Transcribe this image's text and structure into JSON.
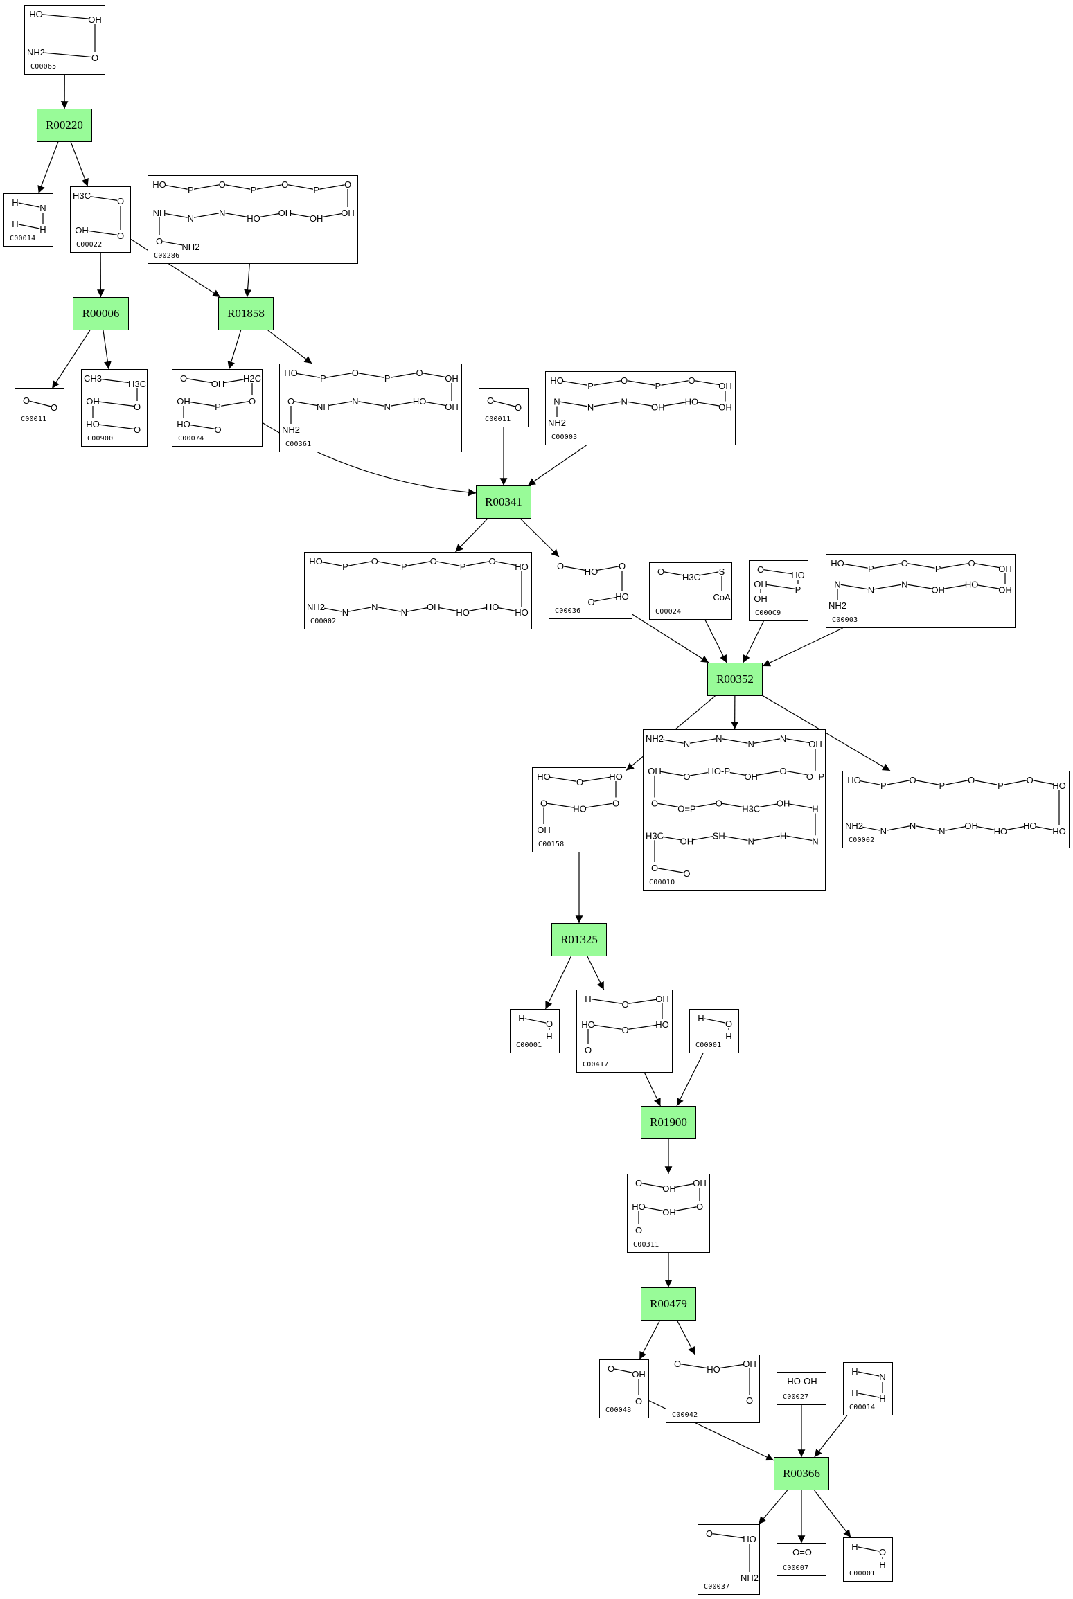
{
  "diagram": {
    "title": "",
    "colors": {
      "reaction_fill": "#98fb98",
      "stroke": "#000000",
      "background": "#ffffff"
    },
    "reactions": [
      {
        "id": "R00220"
      },
      {
        "id": "R00006"
      },
      {
        "id": "R01858"
      },
      {
        "id": "R00341"
      },
      {
        "id": "R00352"
      },
      {
        "id": "R01325"
      },
      {
        "id": "R01900"
      },
      {
        "id": "R00479"
      },
      {
        "id": "R00366"
      }
    ],
    "compounds": [
      {
        "key": "c00065",
        "id": "C00065",
        "labels": [
          "HO",
          "OH",
          "O",
          "NH2"
        ]
      },
      {
        "key": "c00014a",
        "id": "C00014",
        "labels": [
          "H",
          "N",
          "H",
          "H"
        ]
      },
      {
        "key": "c00022",
        "id": "C00022",
        "labels": [
          "H3C",
          "O",
          "O",
          "OH"
        ]
      },
      {
        "key": "c00286",
        "id": "C00286",
        "labels": [
          "HO",
          "P",
          "O",
          "P",
          "O",
          "P",
          "O",
          "OH",
          "OH",
          "OH",
          "HO",
          "N",
          "N",
          "NH",
          "O",
          "NH2"
        ]
      },
      {
        "key": "c00011a",
        "id": "C00011",
        "labels": [
          "O",
          "O"
        ]
      },
      {
        "key": "c00900",
        "id": "C00900",
        "labels": [
          "CH3",
          "H3C",
          "O",
          "OH",
          "HO",
          "O"
        ]
      },
      {
        "key": "c00074",
        "id": "C00074",
        "labels": [
          "O",
          "OH",
          "H2C",
          "O",
          "P",
          "OH",
          "HO",
          "O"
        ]
      },
      {
        "key": "c00361",
        "id": "C00361",
        "labels": [
          "HO",
          "P",
          "O",
          "P",
          "O",
          "OH",
          "OH",
          "HO",
          "N",
          "N",
          "NH",
          "O",
          "NH2"
        ]
      },
      {
        "key": "c00011b",
        "id": "C00011",
        "labels": [
          "O",
          "O"
        ]
      },
      {
        "key": "c00003a",
        "id": "C00003",
        "labels": [
          "HO",
          "P",
          "O",
          "P",
          "O",
          "OH",
          "OH",
          "HO",
          "OH",
          "N",
          "N",
          "N",
          "NH2"
        ]
      },
      {
        "key": "c00002a",
        "id": "C00002",
        "labels": [
          "HO",
          "P",
          "O",
          "P",
          "O",
          "P",
          "O",
          "HO",
          "HO",
          "HO",
          "HO",
          "OH",
          "N",
          "N",
          "N",
          "NH2"
        ]
      },
      {
        "key": "c00036",
        "id": "C00036",
        "labels": [
          "O",
          "HO",
          "O",
          "HO",
          "O"
        ]
      },
      {
        "key": "c00024",
        "id": "C00024",
        "labels": [
          "O",
          "H3C",
          "S",
          "CoA"
        ]
      },
      {
        "key": "c00009",
        "id": "C000C9",
        "labels": [
          "O",
          "HO",
          "P",
          "OH",
          "OH"
        ]
      },
      {
        "key": "c00003b",
        "id": "C00003",
        "labels": [
          "HO",
          "P",
          "O",
          "P",
          "O",
          "OH",
          "OH",
          "HO",
          "OH",
          "N",
          "N",
          "N",
          "NH2"
        ]
      },
      {
        "key": "c00158",
        "id": "C00158",
        "labels": [
          "HO",
          "O",
          "HO",
          "O",
          "HO",
          "O",
          "OH"
        ]
      },
      {
        "key": "c00010",
        "id": "C00010",
        "labels": [
          "NH2",
          "N",
          "N",
          "N",
          "N",
          "OH",
          "O=P",
          "O",
          "OH",
          "HO-P",
          "O",
          "OH",
          "O",
          "O=P",
          "O",
          "H3C",
          "OH",
          "H",
          "N",
          "H",
          "N",
          "SH",
          "OH",
          "H3C",
          "O",
          "O"
        ]
      },
      {
        "key": "c00002b",
        "id": "C00002",
        "labels": [
          "HO",
          "P",
          "O",
          "P",
          "O",
          "P",
          "O",
          "HO",
          "HO",
          "HO",
          "HO",
          "OH",
          "N",
          "N",
          "N",
          "NH2"
        ]
      },
      {
        "key": "c00001a",
        "id": "C00001",
        "labels": [
          "H",
          "O",
          "H"
        ]
      },
      {
        "key": "c00417",
        "id": "C00417",
        "labels": [
          "H",
          "O",
          "OH",
          "HO",
          "O",
          "HO",
          "O"
        ]
      },
      {
        "key": "c00001b",
        "id": "C00001",
        "labels": [
          "H",
          "O",
          "H"
        ]
      },
      {
        "key": "c00311",
        "id": "C00311",
        "labels": [
          "O",
          "OH",
          "OH",
          "O",
          "OH",
          "HO",
          "O"
        ]
      },
      {
        "key": "c00048",
        "id": "C00048",
        "labels": [
          "O",
          "OH",
          "O"
        ]
      },
      {
        "key": "c00042",
        "id": "C00042",
        "labels": [
          "O",
          "HO",
          "OH",
          "O"
        ]
      },
      {
        "key": "c00027",
        "id": "C00027",
        "labels": [
          "HO-OH"
        ]
      },
      {
        "key": "c00014b",
        "id": "C00014",
        "labels": [
          "H",
          "N",
          "H",
          "H"
        ]
      },
      {
        "key": "c00037",
        "id": "C00037",
        "labels": [
          "O",
          "HO",
          "NH2"
        ]
      },
      {
        "key": "c00007",
        "id": "C00007",
        "labels": [
          "O=O"
        ]
      },
      {
        "key": "c00001c",
        "id": "C00001",
        "labels": [
          "H",
          "O",
          "H"
        ]
      }
    ],
    "edges": [
      [
        "c00065",
        "R00220"
      ],
      [
        "R00220",
        "c00014a"
      ],
      [
        "R00220",
        "c00022"
      ],
      [
        "c00022",
        "R00006"
      ],
      [
        "c00022",
        "R01858"
      ],
      [
        "c00286",
        "R01858"
      ],
      [
        "R00006",
        "c00011a"
      ],
      [
        "R00006",
        "c00900"
      ],
      [
        "R01858",
        "c00074"
      ],
      [
        "R01858",
        "c00361"
      ],
      [
        "c00074",
        "R00341"
      ],
      [
        "c00011b",
        "R00341"
      ],
      [
        "c00003a",
        "R00341"
      ],
      [
        "R00341",
        "c00002a"
      ],
      [
        "R00341",
        "c00036"
      ],
      [
        "c00036",
        "R00352"
      ],
      [
        "c00024",
        "R00352"
      ],
      [
        "c00009",
        "R00352"
      ],
      [
        "c00003b",
        "R00352"
      ],
      [
        "R00352",
        "c00158"
      ],
      [
        "R00352",
        "c00010"
      ],
      [
        "R00352",
        "c00002b"
      ],
      [
        "c00158",
        "R01325"
      ],
      [
        "R01325",
        "c00001a"
      ],
      [
        "R01325",
        "c00417"
      ],
      [
        "c00417",
        "R01900"
      ],
      [
        "c00001b",
        "R01900"
      ],
      [
        "R01900",
        "c00311"
      ],
      [
        "c00311",
        "R00479"
      ],
      [
        "R00479",
        "c00048"
      ],
      [
        "R00479",
        "c00042"
      ],
      [
        "c00048",
        "R00366"
      ],
      [
        "c00027",
        "R00366"
      ],
      [
        "c00014b",
        "R00366"
      ],
      [
        "R00366",
        "c00037"
      ],
      [
        "R00366",
        "c00007"
      ],
      [
        "R00366",
        "c00001c"
      ]
    ]
  }
}
